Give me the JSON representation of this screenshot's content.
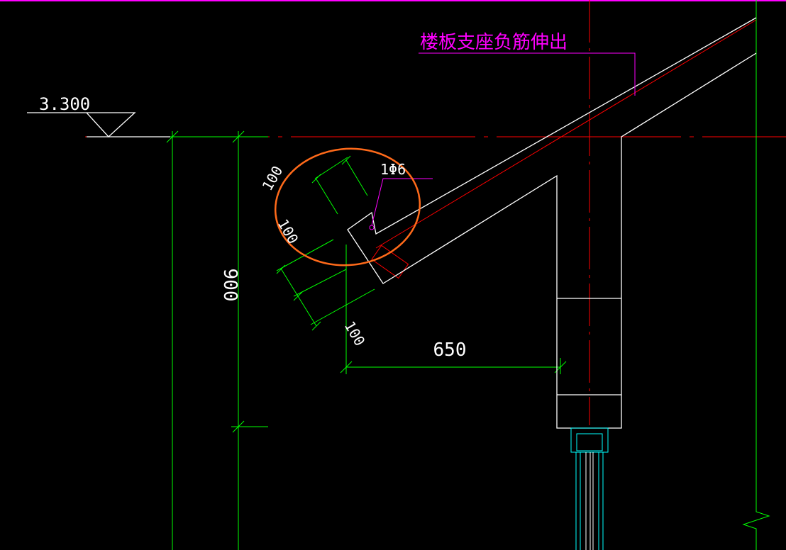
{
  "drawing": {
    "elevation_label": "3.300",
    "annotation_label": "楼板支座负筋伸出",
    "rebar_label": "1Φ6",
    "dimensions": {
      "vertical_total": "900",
      "horizontal_run": "650",
      "slab_thickness_top": "100",
      "slab_thickness_left": "100",
      "bottom_offset": "100"
    },
    "colors": {
      "background": "#000000",
      "outline": "#ffffff",
      "dimension": "#00ff00",
      "axis": "#ff0000",
      "annotation": "#ff00ff",
      "highlight": "#ff6a1a",
      "window": "#00ffff"
    }
  }
}
